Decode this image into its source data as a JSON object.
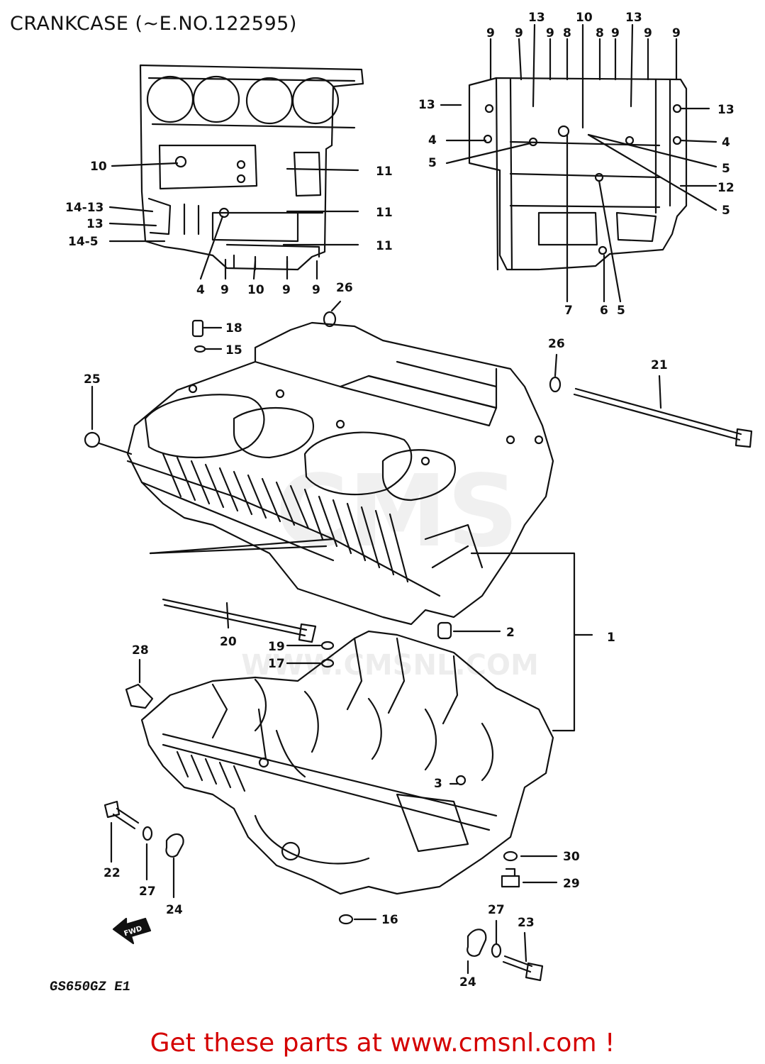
{
  "title": "CRANKCASE (~E.NO.122595)",
  "model_code": "GS650GZ E1",
  "footer": "Get these parts at www.cmsnl.com !",
  "watermark": "CMS",
  "watermark_url": "WWW.CMSNL.COM",
  "colors": {
    "footer_text": "#d40000",
    "lines": "#111111",
    "background": "#ffffff"
  },
  "fwd_label": "FWD",
  "callouts": [
    "13",
    "10",
    "13",
    "9",
    "9",
    "9",
    "8",
    "8",
    "9",
    "9",
    "9",
    "13",
    "13",
    "4",
    "4",
    "5",
    "5",
    "12",
    "5",
    "7",
    "6",
    "5",
    "10",
    "11",
    "14-13",
    "11",
    "13",
    "14-5",
    "11",
    "4",
    "9",
    "10",
    "9",
    "9",
    "26",
    "18",
    "15",
    "26",
    "21",
    "25",
    "20",
    "2",
    "1",
    "19",
    "17",
    "28",
    "22",
    "27",
    "24",
    "30",
    "29",
    "16",
    "27",
    "23",
    "24",
    "3"
  ]
}
